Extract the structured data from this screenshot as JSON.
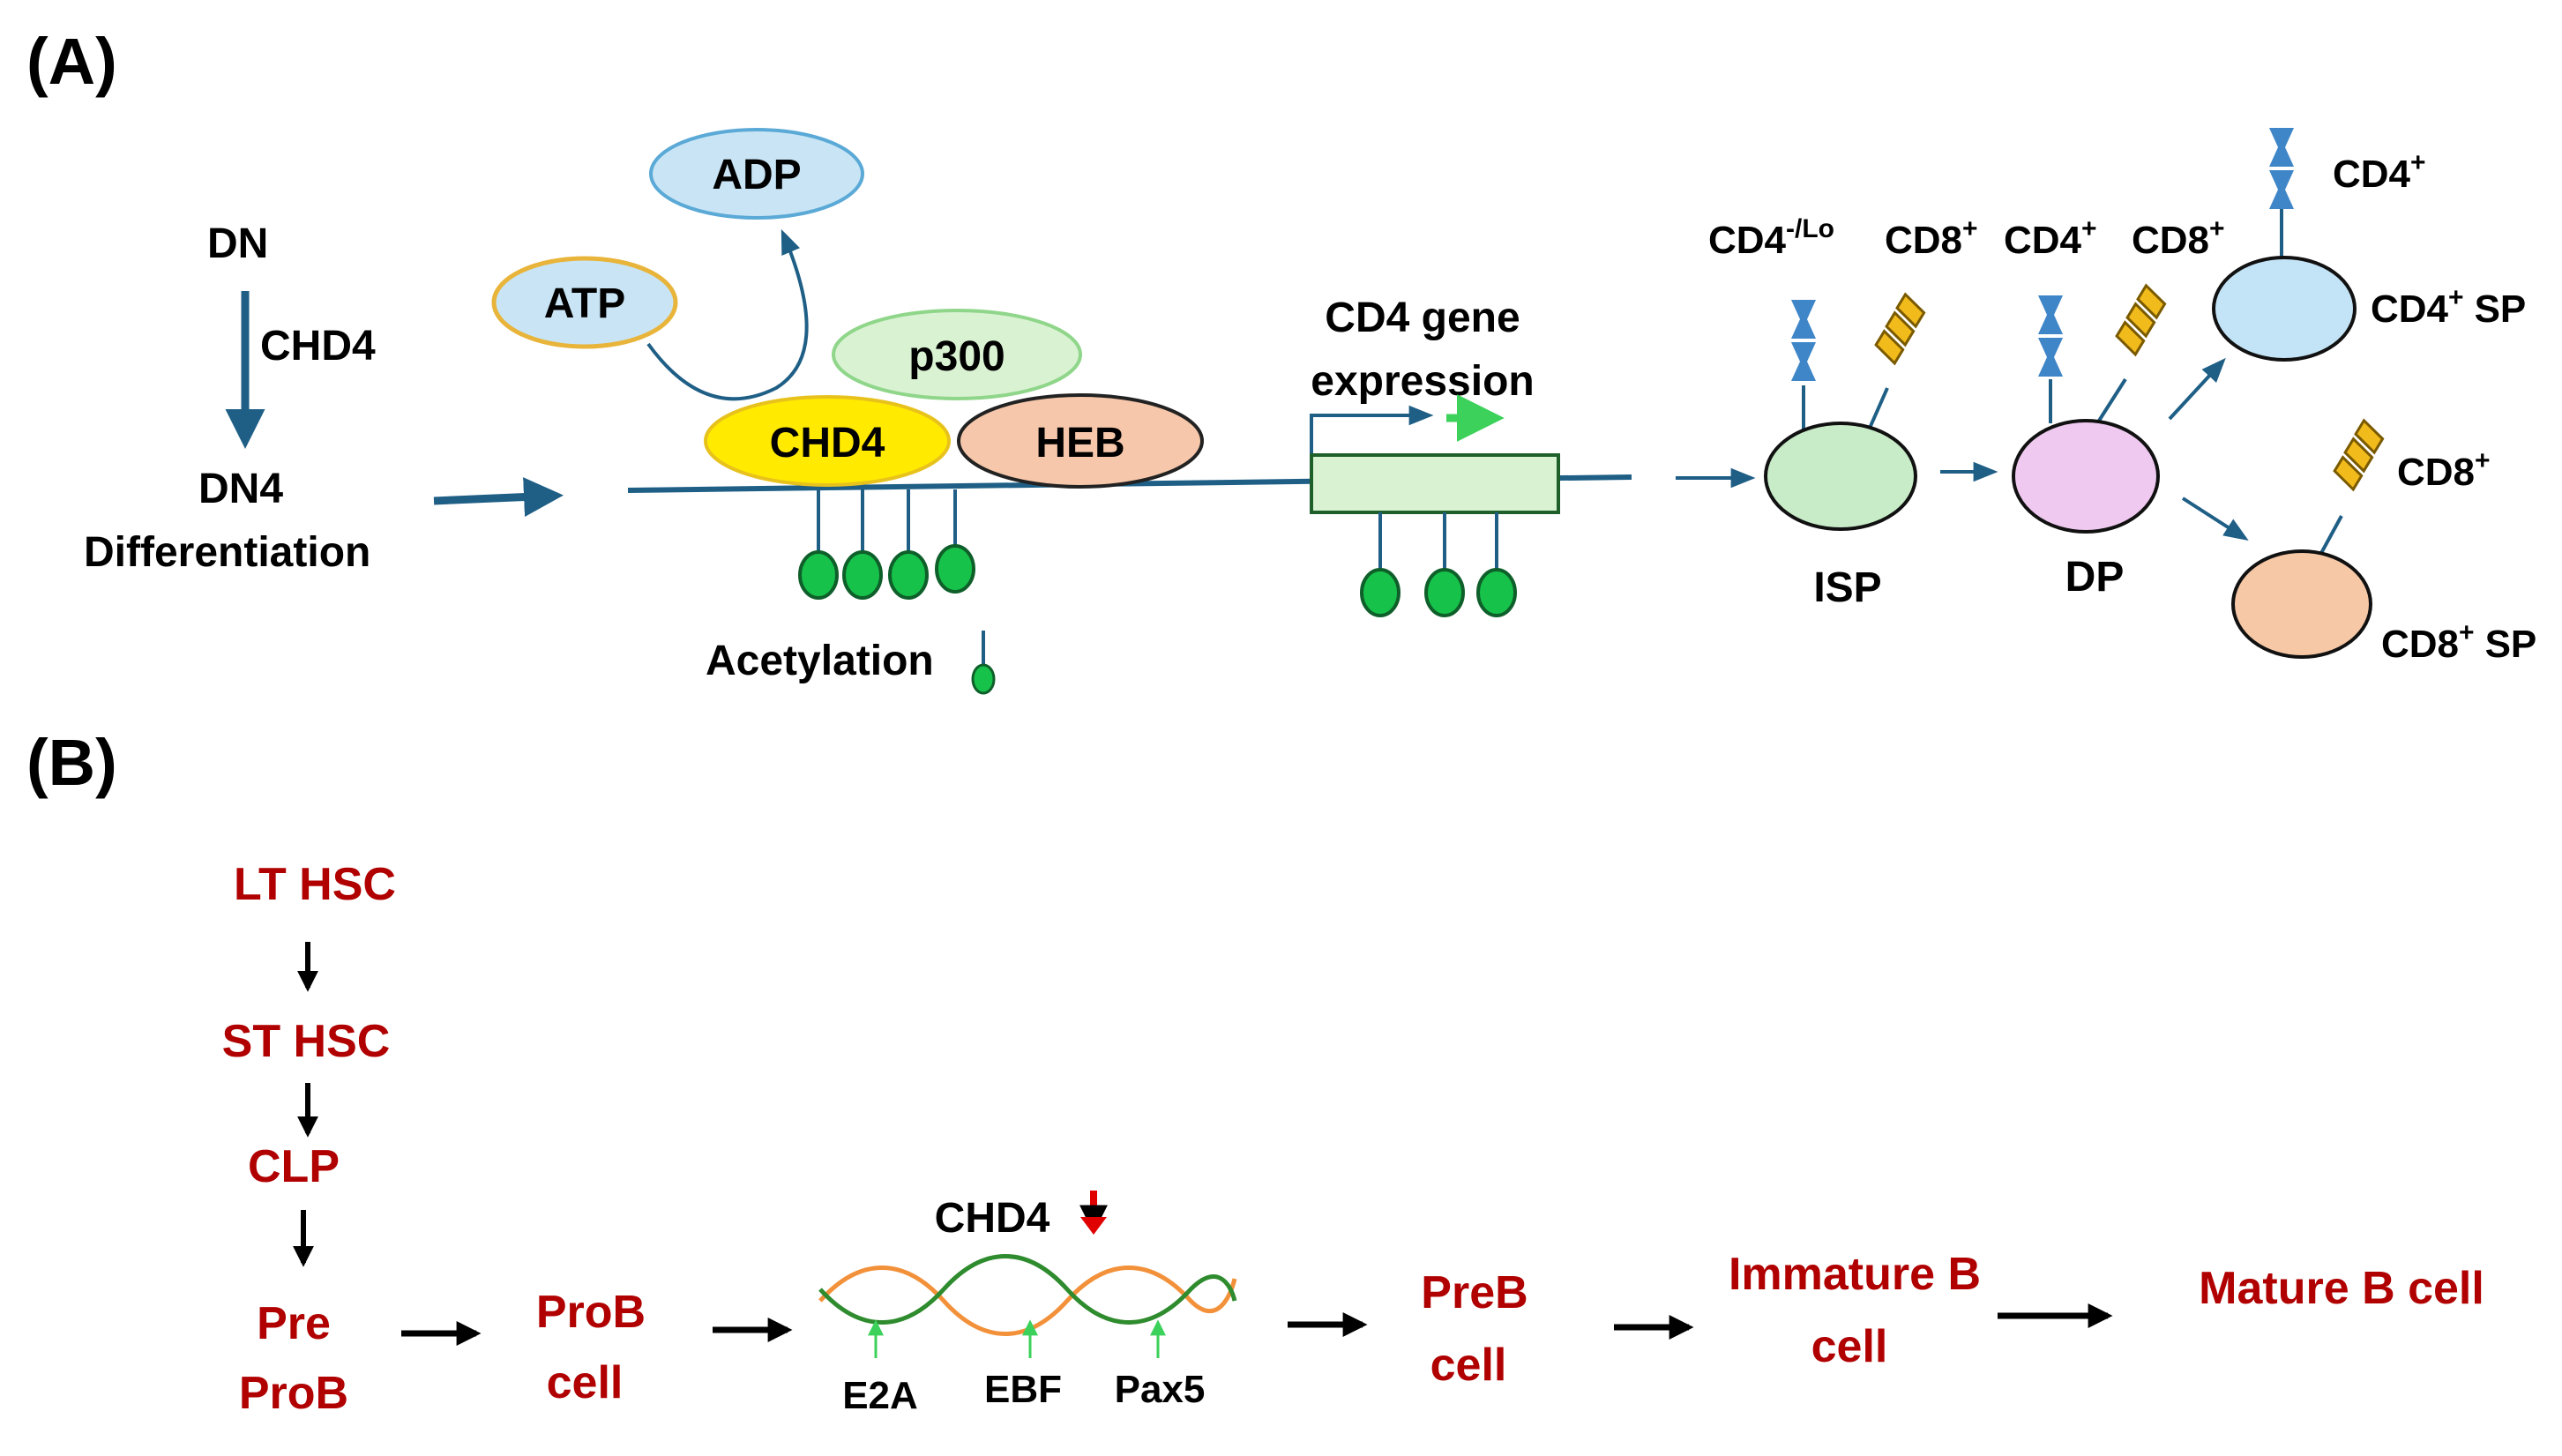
{
  "panel_a": {
    "label": "(A)",
    "dn": "DN",
    "chd4_arrow": "CHD4",
    "dn4": "DN4",
    "differentiation": "Differentiation",
    "adp": "ADP",
    "atp": "ATP",
    "p300": "p300",
    "chd4": "CHD4",
    "heb": "HEB",
    "acetylation": "Acetylation",
    "cd4_gene": "CD4  gene",
    "expression": "expression",
    "isp_cd4": "CD4",
    "isp_cd4_sup": "-/Lo",
    "isp_cd8": "CD8",
    "dp_cd4": "CD4",
    "dp_cd8": "CD8",
    "plus": "+",
    "isp": "ISP",
    "dp": "DP",
    "cd4sp_marker": "CD4",
    "cd4sp_cd4": "CD4",
    "cd4sp_sp": "SP",
    "cd8sp_marker": "CD8",
    "cd8sp_cd8": "CD8",
    "cd8sp_sp": "SP"
  },
  "panel_b": {
    "label": "(B)",
    "lt_hsc": "LT HSC",
    "st_hsc": "ST HSC",
    "clp": "CLP",
    "pre": "Pre",
    "prob": "ProB",
    "prob_cell_1": "ProB",
    "prob_cell_2": "cell",
    "chd4": "CHD4",
    "e2a": "E2A",
    "ebf": "EBF",
    "pax5": "Pax5",
    "preb_1": "PreB",
    "preb_2": "cell",
    "immature_1": "Immature B",
    "immature_2": "cell",
    "mature": "Mature B cell"
  },
  "colors": {
    "dark_blue": "#1f5f86",
    "adp_fill": "#c9e5f5",
    "atp_fill": "#c9e5f5",
    "p300_fill": "#d9f2d2",
    "chd4_fill": "#ffea00",
    "heb_fill": "#f6c7aa",
    "acetyl_green": "#16c24a",
    "isp_fill": "#c8ecc8",
    "dp_fill": "#efc9ef",
    "cd4sp_fill": "#c3e3f6",
    "cd8sp_fill": "#f6c8a6",
    "cd4_receptor": "#3f86c8",
    "cd8_receptor": "#f2bb1c",
    "red_text": "#b00000",
    "strand_orange": "#f2913a",
    "strand_green": "#2e8b2e"
  }
}
